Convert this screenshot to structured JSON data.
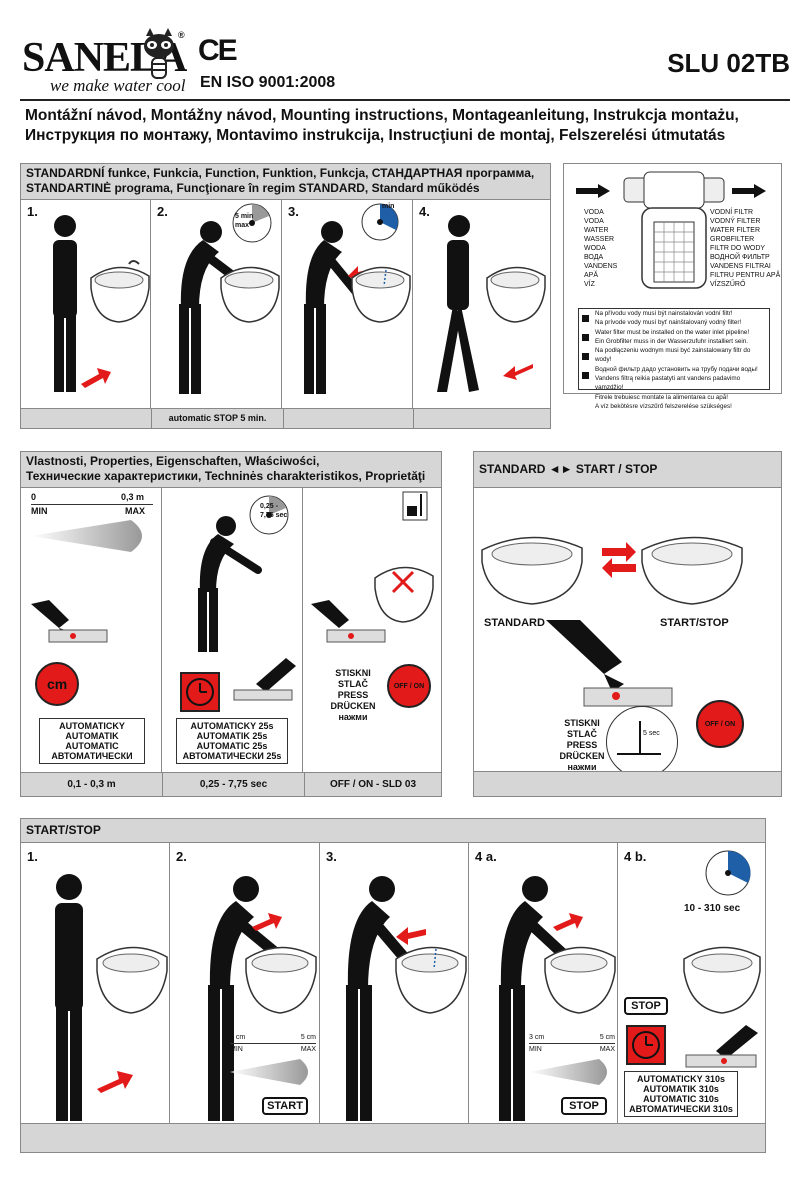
{
  "header": {
    "brand": "SANELA",
    "tagline": "we make water cool",
    "registered": "®",
    "ce_mark": "CE",
    "iso": "EN ISO 9001:2008",
    "model": "SLU 02TB"
  },
  "title": {
    "line1": "Montážní návod, Montážny návod, Mounting instructions, Montageanleitung, Instrukcja montażu,",
    "line2": "Инструкция по монтажу, Montavimo instrukcija, Instrucţiuni de montaj, Felszerelési útmutatás"
  },
  "standard_section": {
    "header_line1": "STANDARDNÍ funkce, Funkcia, Function, Funktion, Funkcja, СТАНДАРТНАЯ программа,",
    "header_line2": "STANDARTINĖ programa, Funcţionare în regim STANDARD, Standard működés",
    "steps": [
      "1.",
      "2.",
      "3.",
      "4."
    ],
    "timer2": "5 min max",
    "timer3": "min",
    "footer_note": "automatic STOP 5 min."
  },
  "filter_box": {
    "left_labels": [
      "VODA",
      "VODA",
      "WATER",
      "WASSER",
      "WODA",
      "ВОДА",
      "VANDENS",
      "APĂ",
      "VÍZ"
    ],
    "right_labels": [
      "VODNÍ FILTR",
      "VODNÝ FILTER",
      "WATER FILTER",
      "GROBFILTER",
      "FILTR DO WODY",
      "ВОДНОЙ ФИЛЬТР",
      "VANDENS FILTRAI",
      "FILTRU PENTRU APĂ",
      "VÍZSZŰRŐ"
    ],
    "warnings": [
      "Na přívodu vody musí být nainstalován vodní filtr!",
      "Na prívode vody musí byť nainštalovaný vodný filter!",
      "Water filter must be installed on the water inlet pipeline!",
      "Ein Grobfilter muss in der Wasserzufuhr installiert sein.",
      "Na podłączeniu wodnym musi być zainstalowany filtr do wody!",
      "Водной фильтр дадо установить на трубу подачи воды!",
      "Vandens filtrą reikia pastatyti ant vandens padavimo vamzdžio!",
      "Fitrele trebuiesc montate la alimentarea cu apă!",
      "A víz bekötésre vízszűrő felszerelése szükséges!"
    ]
  },
  "properties_section": {
    "header_line1": "Vlastnosti, Properties, Eigenschaften, Właściwości,",
    "header_line2": "Технические характеристики, Techninės charakteristikos, Proprietăţi",
    "range_start": "0",
    "range_end": "0,3 m",
    "min_label": "MIN",
    "max_label": "MAX",
    "sensor_icon_text": "cm",
    "timer_label": "0,25 - 7,75 sec",
    "col1_caption": [
      "AUTOMATICKY",
      "AUTOMATIK",
      "AUTOMATIC",
      "АВТОМАТИЧЕСКИ"
    ],
    "col2_caption": [
      "AUTOMATICKY 25s",
      "AUTOMATIK 25s",
      "AUTOMATIC 25s",
      "АВТОМАТИЧЕСКИ 25s"
    ],
    "col3_press": [
      "STISKNI",
      "STLAČ",
      "PRESS",
      "DRÜCKEN",
      "нажми"
    ],
    "off_on": "OFF / ON",
    "footers": [
      "0,1 - 0,3 m",
      "0,25 - 7,75 sec",
      "OFF / ON - SLD 03"
    ]
  },
  "standard_start_stop": {
    "header": "STANDARD ◄► START / STOP",
    "standard_label": "STANDARD",
    "start_stop_label": "START/STOP",
    "press": [
      "STISKNI",
      "STLAČ",
      "PRESS",
      "DRÜCKEN",
      "нажми"
    ],
    "seconds": "5 sec",
    "off_on": "OFF / ON"
  },
  "start_stop_section": {
    "header": "START/STOP",
    "steps": [
      "1.",
      "2.",
      "3.",
      "4 a.",
      "4 b."
    ],
    "range_left": "3 cm",
    "range_right": "5 cm",
    "min_label": "MIN",
    "max_label": "MAX",
    "start_button": "START",
    "stop_button": "STOP",
    "seconds_label": "10 - 310 sec",
    "auto_caption": [
      "AUTOMATICKY 310s",
      "AUTOMATIK 310s",
      "AUTOMATIC 310s",
      "АВТОМАТИЧЕСКИ 310s"
    ]
  },
  "colors": {
    "accent_red": "#e21a1a",
    "panel_gray": "#d6d6d6",
    "timer_blue": "#1e5fa8"
  }
}
